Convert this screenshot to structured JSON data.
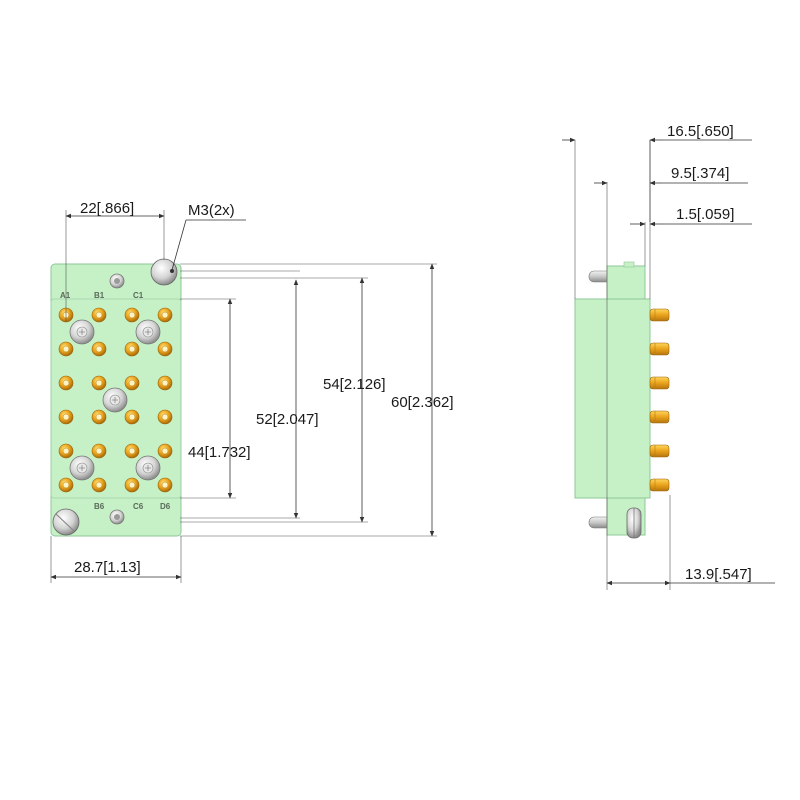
{
  "front_view": {
    "pin_labels": {
      "a1": "A1",
      "b1": "B1",
      "c1": "C1",
      "b6": "B6",
      "c6": "C6",
      "d6": "D6"
    },
    "dimensions": {
      "width_top": "22[.866]",
      "screw": "M3(2x)",
      "h44": "44[1.732]",
      "h52": "52[2.047]",
      "h54": "54[2.126]",
      "h60": "60[2.362]",
      "width_bottom": "28.7[1.13]"
    }
  },
  "side_view": {
    "dimensions": {
      "d16_5": "16.5[.650]",
      "d9_5": "9.5[.374]",
      "d1_5": "1.5[.059]",
      "d13_9": "13.9[.547]"
    }
  },
  "colors": {
    "body": "#c6f0c6",
    "body_edge": "#7fbf8a",
    "contact": "#e9a31c",
    "screw": "#d9d9d9"
  }
}
